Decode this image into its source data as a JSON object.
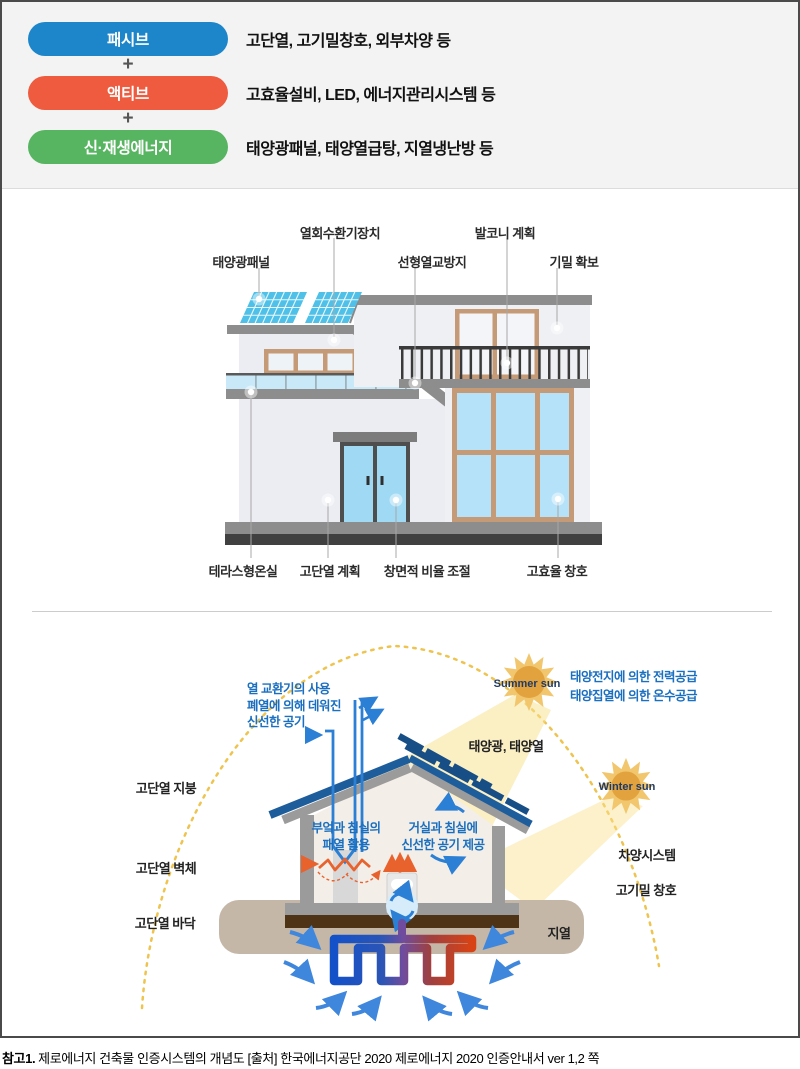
{
  "top_panel": {
    "plus": "+",
    "items": [
      {
        "badge": "패시브",
        "badge_color": "#1d86ca",
        "description": "고단열, 고기밀창호, 외부차양 등"
      },
      {
        "badge": "액티브",
        "badge_color": "#ee5b3e",
        "description": "고효율설비, LED, 에너지관리시스템 등"
      },
      {
        "badge": "신·재생에너지",
        "badge_color": "#57b561",
        "description": "태양광패널, 태양열급탕, 지열냉난방 등"
      }
    ]
  },
  "house_diagram": {
    "labels": {
      "solar_panel": "태양광패널",
      "heat_recovery": "열회수환기장치",
      "thermal_bridge": "선형열교방지",
      "balcony_plan": "발코니 계획",
      "airtightness": "기밀 확보",
      "terrace_greenhouse": "테라스형온실",
      "insulation_plan": "고단열 계획",
      "window_ratio": "창면적 비율 조절",
      "efficient_window": "고효율 창호"
    }
  },
  "energy_diagram": {
    "labels": {
      "heat_exchanger_note": [
        "열 교환기의 사용",
        "폐열에 의해 데워진",
        "신선한 공기"
      ],
      "insulated_roof": "고단열 지붕",
      "insulated_wall": "고단열 벽체",
      "insulated_floor": "고단열 바닥",
      "kitchen_note": [
        "부엌과 침실의",
        "패열 활용"
      ],
      "living_note": [
        "거실과 침실에",
        "신선한 공기 제공"
      ],
      "solar_heat": "태양광, 태양열",
      "summer_sun": "Summer sun",
      "winter_sun": "Winter sun",
      "supply_note": [
        "태양전지에 의한 전력공급",
        "태양집열에 의한 온수공급"
      ],
      "shading_system": "차양시스템",
      "airtight_window": "고기밀 창호",
      "geothermal": "지열"
    },
    "colors": {
      "note_blue": "#1a6fc0",
      "sun_core": "#e2a33e",
      "navy": "#1d3a68"
    }
  },
  "caption": {
    "ref": "참고1.",
    "text": "제로에너지 건축물 인증시스템의 개념도  [출처] 한국에너지공단 2020 제로에너지 2020 인증안내서 ver 1,2 쪽"
  }
}
